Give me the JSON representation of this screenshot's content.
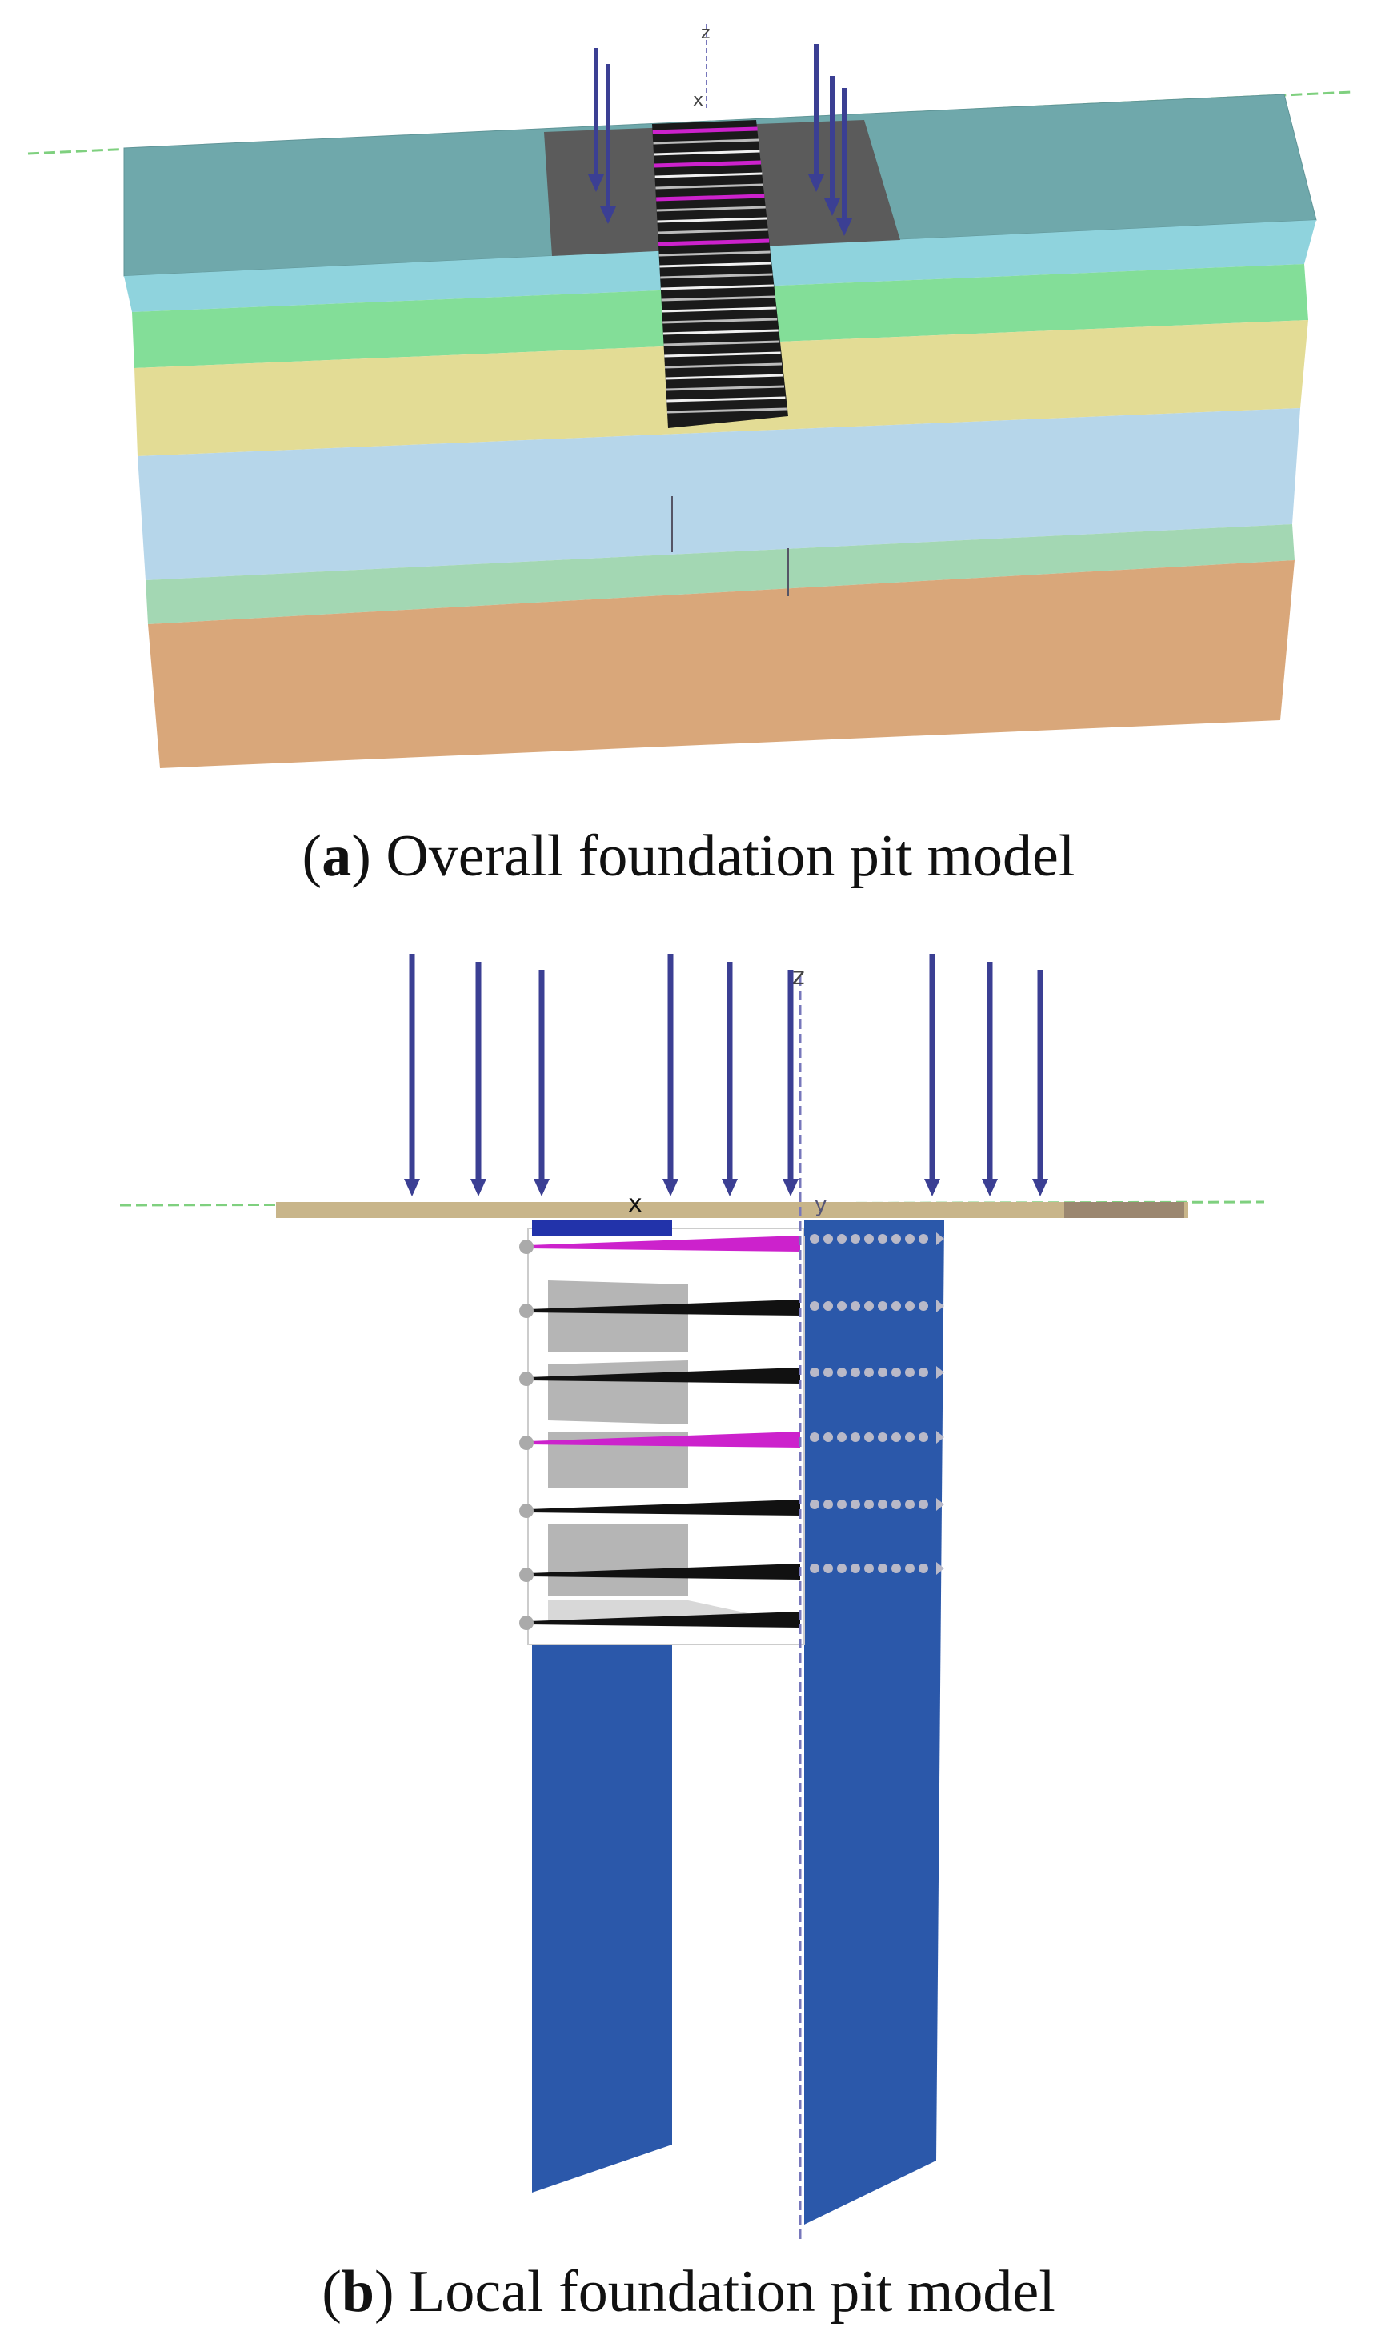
{
  "panel_a": {
    "caption_letter": "a",
    "caption_text": "Overall foundation pit model",
    "axis_z": "z",
    "axis_x": "x",
    "colors": {
      "ground_line": "#7fd07f",
      "top_face": "#6fa8ab",
      "top_face_edge": "#5f9497",
      "pad": "#5b5b5b",
      "layer_1": "#8fd3dd",
      "layer_2": "#83de98",
      "layer_3": "#e3dc95",
      "layer_4": "#b6d6ea",
      "layer_5": "#a3d7b3",
      "layer_6": "#d9a77a",
      "side_face_shade": "#000000",
      "strut_black": "#111111",
      "strut_magenta": "#cc22cc",
      "load_arrow": "#3b3f93"
    }
  },
  "panel_b": {
    "caption_letter": "b",
    "caption_text": "Local foundation pit model",
    "axis_z": "z",
    "axis_x": "x",
    "axis_y": "y",
    "colors": {
      "ground_plate": "#c8b58a",
      "ground_plate_dark": "#9b8770",
      "ground_line": "#7fd07f",
      "wall": "#2b58aa",
      "strut_black": "#111111",
      "strut_magenta": "#cc22cc",
      "load_arrow": "#3b3f93",
      "anchor_bead": "#b9b9c8"
    }
  }
}
